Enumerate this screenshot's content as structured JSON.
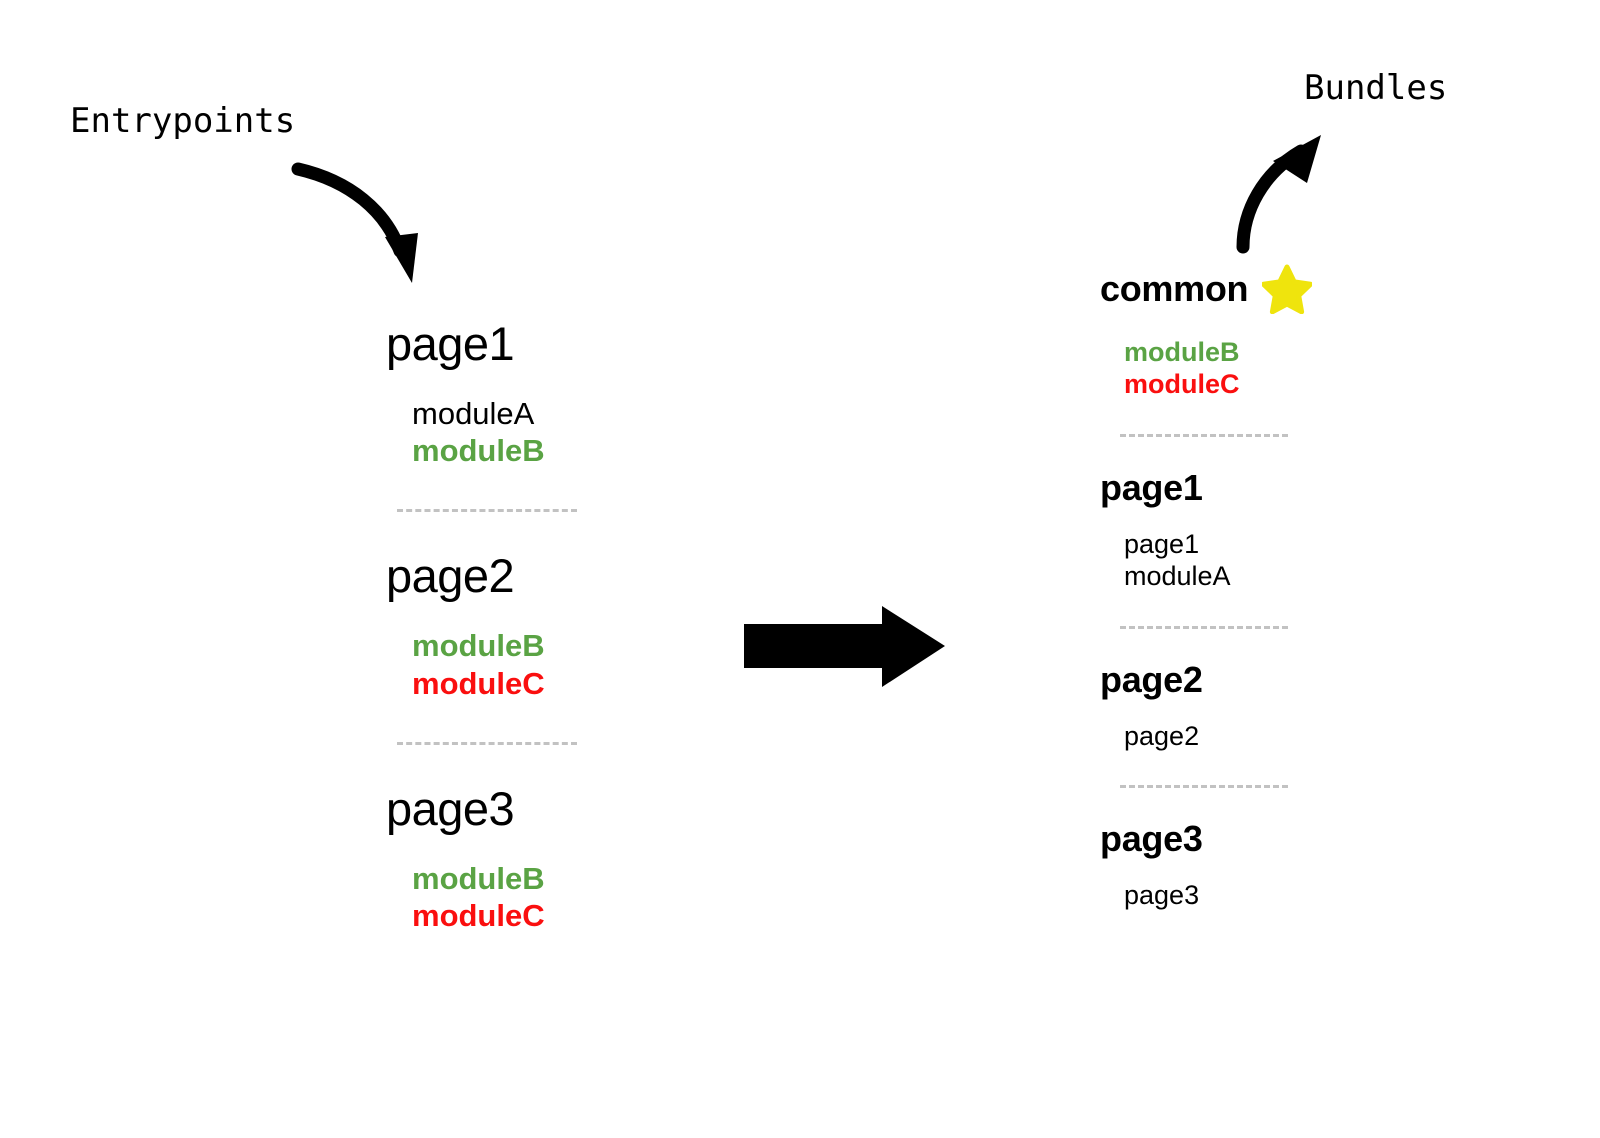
{
  "labels": {
    "entrypoints": "Entrypoints",
    "bundles": "Bundles"
  },
  "colors": {
    "module_green": "#5aa344",
    "module_red": "#fa0f0f",
    "star_yellow": "#efe40d",
    "separator_gray": "#c2c2c2",
    "text_black": "#000000",
    "background": "#ffffff"
  },
  "icons": {
    "star": "star-icon",
    "arrow_entrypoints": "curved-arrow-down-right-icon",
    "arrow_bundles": "curved-arrow-up-right-icon",
    "arrow_transform": "block-arrow-right-icon"
  },
  "entrypoints": {
    "groups": [
      {
        "name": "page1",
        "items": [
          {
            "text": "moduleA",
            "style": "plain"
          },
          {
            "text": "moduleB",
            "style": "green"
          }
        ]
      },
      {
        "name": "page2",
        "items": [
          {
            "text": "moduleB",
            "style": "green"
          },
          {
            "text": "moduleC",
            "style": "red"
          }
        ]
      },
      {
        "name": "page3",
        "items": [
          {
            "text": "moduleB",
            "style": "green"
          },
          {
            "text": "moduleC",
            "style": "red"
          }
        ]
      }
    ]
  },
  "bundles": {
    "groups": [
      {
        "name": "common",
        "starred": true,
        "items": [
          {
            "text": "moduleB",
            "style": "green"
          },
          {
            "text": "moduleC",
            "style": "red"
          }
        ]
      },
      {
        "name": "page1",
        "starred": false,
        "items": [
          {
            "text": "page1",
            "style": "plain"
          },
          {
            "text": "moduleA",
            "style": "plain"
          }
        ]
      },
      {
        "name": "page2",
        "starred": false,
        "items": [
          {
            "text": "page2",
            "style": "plain"
          }
        ]
      },
      {
        "name": "page3",
        "starred": false,
        "items": [
          {
            "text": "page3",
            "style": "plain"
          }
        ]
      }
    ]
  }
}
